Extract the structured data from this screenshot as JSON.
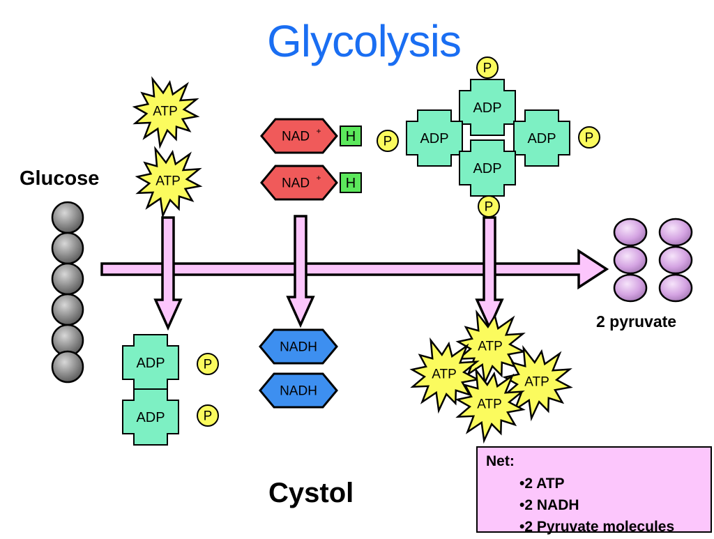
{
  "title": "Glycolysis",
  "labels": {
    "glucose": "Glucose",
    "pyruvate": "2 pyruvate",
    "cytosol": "Cystol"
  },
  "molecules": {
    "atp": "ATP",
    "adp": "ADP",
    "nad": "NAD",
    "nad_charge": "+",
    "h": "H",
    "nadh": "NADH",
    "phosphate": "P"
  },
  "net": {
    "title": "Net:",
    "items": [
      "•2 ATP",
      "•2 NADH",
      "•2 Pyruvate molecules"
    ]
  },
  "colors": {
    "title": "#1a6ef2",
    "arrow": "#fcc6fc",
    "atp": "#fbfb5e",
    "adp": "#7df0c3",
    "nad": "#f05a5a",
    "nadh": "#3d8ff0",
    "h": "#5ce85c",
    "phosphate": "#fbfb5e",
    "glucose": "#8a8a8a",
    "pyruvate": "#d9a6e6",
    "net_box": "#fcc6fc"
  }
}
